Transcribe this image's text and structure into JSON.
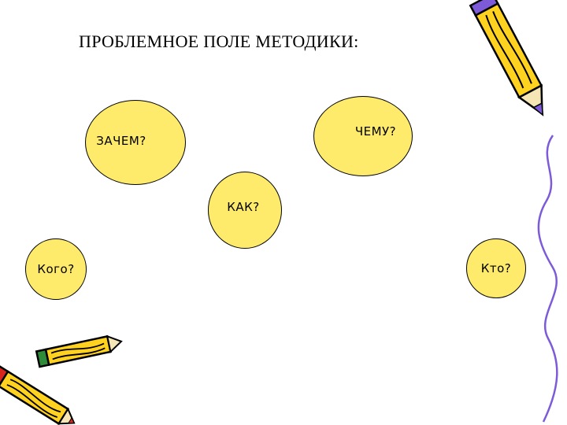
{
  "slide": {
    "title": "ПРОБЛЕМНОЕ ПОЛЕ МЕТОДИКИ:",
    "questions": {
      "zachem": "ЗАЧЕМ?",
      "chemu": "ЧЕМУ?",
      "kak": "КАК?",
      "kogo": "Кого?",
      "kto": "Кто?"
    }
  },
  "colors": {
    "bubble_fill": "#ffeb6b",
    "pencil_yellow": "#ffd21f",
    "pencil_purple": "#7d5bd8",
    "pencil_red": "#d9261c",
    "pencil_green": "#2e8b3a"
  },
  "decorations": [
    "pencil-icon",
    "pencils-crossed-icon",
    "wavy-line-icon"
  ]
}
